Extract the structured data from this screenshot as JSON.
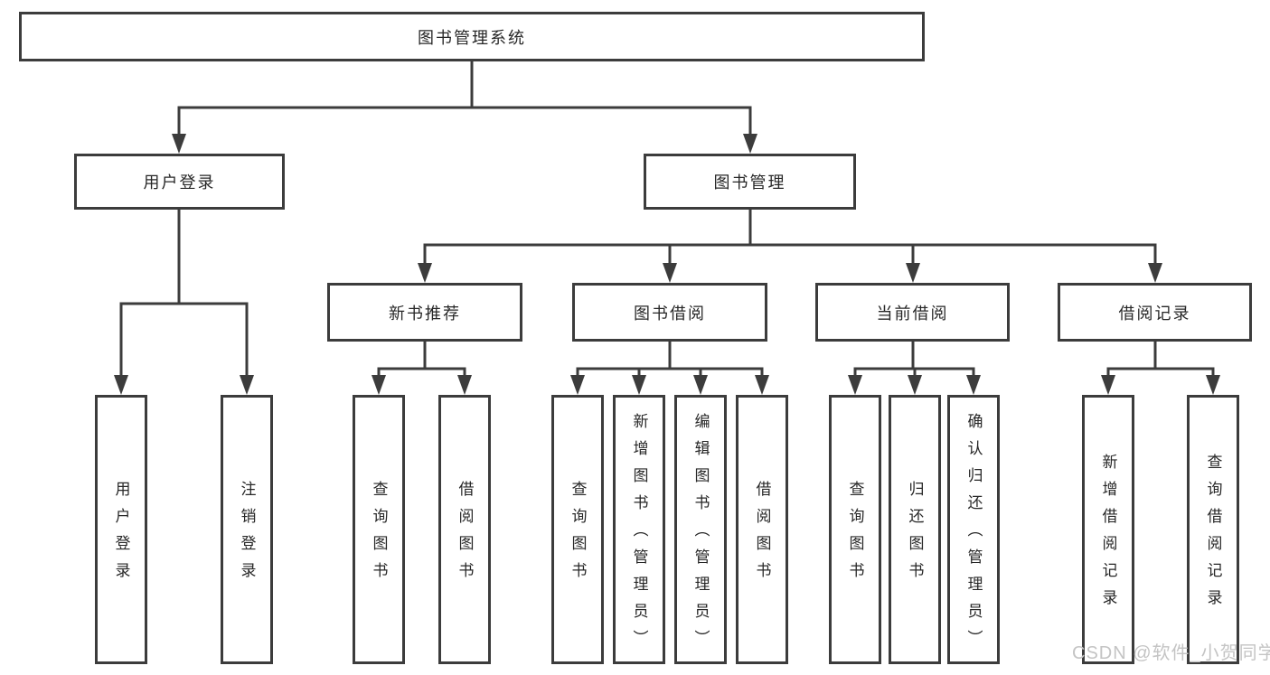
{
  "tree": {
    "root": {
      "label": "图书管理系统"
    },
    "children": [
      {
        "label": "用户登录",
        "children": [
          {
            "label": "用户登录"
          },
          {
            "label": "注销登录"
          }
        ]
      },
      {
        "label": "图书管理",
        "children": [
          {
            "label": "新书推荐",
            "children": [
              {
                "label": "查询图书"
              },
              {
                "label": "借阅图书"
              }
            ]
          },
          {
            "label": "图书借阅",
            "children": [
              {
                "label": "查询图书"
              },
              {
                "label": "新增图书（管理员）"
              },
              {
                "label": "编辑图书（管理员）"
              },
              {
                "label": "借阅图书"
              }
            ]
          },
          {
            "label": "当前借阅",
            "children": [
              {
                "label": "查询图书"
              },
              {
                "label": "归还图书"
              },
              {
                "label": "确认归还（管理员）"
              }
            ]
          },
          {
            "label": "借阅记录",
            "children": [
              {
                "label": "新增借阅记录"
              },
              {
                "label": "查询借阅记录"
              }
            ]
          }
        ]
      }
    ]
  },
  "watermark": {
    "text": "CSDN @软件_小贺同学"
  },
  "colors": {
    "line": "#3c3c3c",
    "text": "#272727",
    "background": "#ffffff",
    "watermark": "#c4c4c4"
  }
}
